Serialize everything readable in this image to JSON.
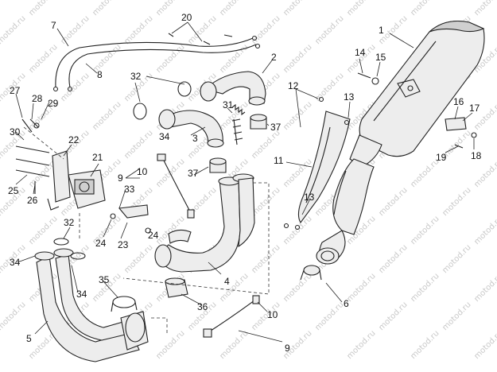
{
  "diagram": {
    "watermark": "motod.ru",
    "callouts": [
      "1",
      "2",
      "3",
      "4",
      "5",
      "6",
      "7",
      "8",
      "9",
      "10",
      "11",
      "12",
      "13",
      "14",
      "15",
      "16",
      "17",
      "18",
      "19",
      "20",
      "21",
      "22",
      "23",
      "24",
      "25",
      "26",
      "27",
      "28",
      "29",
      "30",
      "31",
      "32",
      "33",
      "34",
      "35",
      "36",
      "37"
    ],
    "labels": [
      {
        "id": "c1",
        "text": "1"
      },
      {
        "id": "c2",
        "text": "2"
      },
      {
        "id": "c3",
        "text": "3"
      },
      {
        "id": "c4",
        "text": "4"
      },
      {
        "id": "c5",
        "text": "5"
      },
      {
        "id": "c6",
        "text": "6"
      },
      {
        "id": "c7",
        "text": "7"
      },
      {
        "id": "c8",
        "text": "8"
      },
      {
        "id": "c9a",
        "text": "9"
      },
      {
        "id": "c9b",
        "text": "9"
      },
      {
        "id": "c10a",
        "text": "10"
      },
      {
        "id": "c10b",
        "text": "10"
      },
      {
        "id": "c11",
        "text": "11"
      },
      {
        "id": "c12",
        "text": "12"
      },
      {
        "id": "c13a",
        "text": "13"
      },
      {
        "id": "c13b",
        "text": "13"
      },
      {
        "id": "c14",
        "text": "14"
      },
      {
        "id": "c15",
        "text": "15"
      },
      {
        "id": "c16",
        "text": "16"
      },
      {
        "id": "c17",
        "text": "17"
      },
      {
        "id": "c18",
        "text": "18"
      },
      {
        "id": "c19",
        "text": "19"
      },
      {
        "id": "c20",
        "text": "20"
      },
      {
        "id": "c21",
        "text": "21"
      },
      {
        "id": "c22",
        "text": "22"
      },
      {
        "id": "c23",
        "text": "23"
      },
      {
        "id": "c24a",
        "text": "24"
      },
      {
        "id": "c24b",
        "text": "24"
      },
      {
        "id": "c25",
        "text": "25"
      },
      {
        "id": "c26",
        "text": "26"
      },
      {
        "id": "c27",
        "text": "27"
      },
      {
        "id": "c28",
        "text": "28"
      },
      {
        "id": "c29",
        "text": "29"
      },
      {
        "id": "c30",
        "text": "30"
      },
      {
        "id": "c31",
        "text": "31"
      },
      {
        "id": "c32a",
        "text": "32"
      },
      {
        "id": "c32b",
        "text": "32"
      },
      {
        "id": "c33",
        "text": "33"
      },
      {
        "id": "c34a",
        "text": "34"
      },
      {
        "id": "c34b",
        "text": "34"
      },
      {
        "id": "c34c",
        "text": "34"
      },
      {
        "id": "c35",
        "text": "35"
      },
      {
        "id": "c36",
        "text": "36"
      },
      {
        "id": "c37a",
        "text": "37"
      },
      {
        "id": "c37b",
        "text": "37"
      }
    ]
  }
}
